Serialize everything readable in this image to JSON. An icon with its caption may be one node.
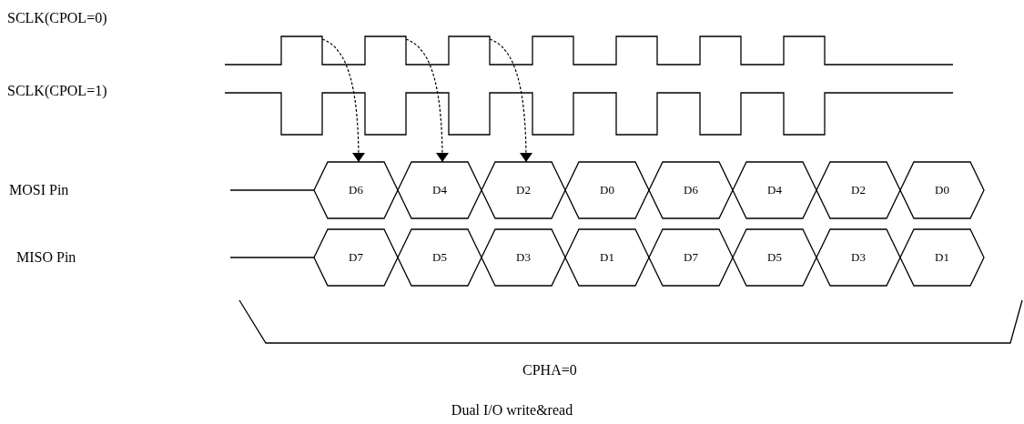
{
  "diagram": {
    "caption": "Dual I/O write&read",
    "nodes": [
      {
        "text": [
          "D6"
        ]
      },
      {
        "text": [
          "D4"
        ]
      },
      {
        "text": [
          "D2"
        ]
      },
      {
        "text": [
          "D0"
        ]
      },
      {
        "text": [
          "D6"
        ]
      },
      {
        "text": [
          "D4"
        ]
      },
      {
        "text": [
          "D2"
        ]
      },
      {
        "text": [
          "D0"
        ]
      },
      {
        "text": [
          "D7"
        ]
      },
      {
        "text": [
          "D5"
        ]
      },
      {
        "text": [
          "D3"
        ]
      },
      {
        "text": [
          "D1"
        ]
      },
      {
        "text": [
          "D7"
        ]
      },
      {
        "text": [
          "D5"
        ]
      },
      {
        "text": [
          "D3"
        ]
      },
      {
        "text": [
          "D1"
        ]
      }
    ],
    "edges": [
      {
        "from": null,
        "to": 0,
        "arrow": "to",
        "style": "dashed"
      },
      {
        "from": null,
        "to": 1,
        "arrow": "to",
        "style": "dashed"
      },
      {
        "from": null,
        "to": 2,
        "arrow": "to",
        "style": "dashed"
      }
    ],
    "labels": [
      "SCLK(CPOL=0)",
      "SCLK(CPOL=1)",
      "MOSI Pin",
      "MISO Pin",
      "CPHA=0"
    ]
  }
}
